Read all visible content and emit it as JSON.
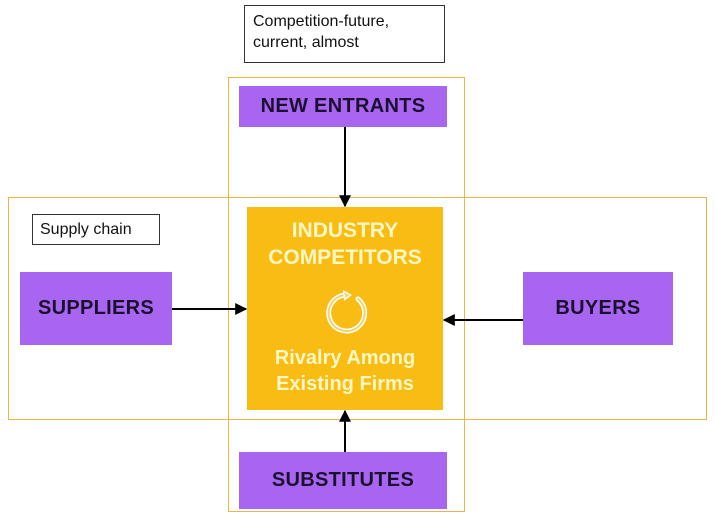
{
  "notes": {
    "competition": "Competition-future,\ncurrent, almost",
    "supply_chain": "Supply chain"
  },
  "center": {
    "title": "INDUSTRY\nCOMPETITORS",
    "subtitle": "Rivalry Among\nExisting Firms",
    "icon": "cycle-icon"
  },
  "forces": {
    "new_entrants": "NEW ENTRANTS",
    "suppliers": "SUPPLIERS",
    "buyers": "BUYERS",
    "substitutes": "SUBSTITUTES"
  },
  "colors": {
    "band_outline": "#f0b443",
    "force_fill": "#a865f0",
    "center_fill": "#f9bc12",
    "center_text": "#fff7c4",
    "arrow": "#000000"
  }
}
